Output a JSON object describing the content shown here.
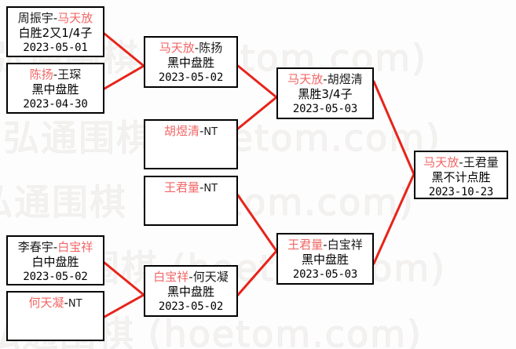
{
  "diagram": {
    "type": "tournament-bracket",
    "title": "",
    "watermark": "弘通围棋 (hoetom.com)",
    "colors": {
      "winner": "#f26666",
      "loser": "#1a1a1a",
      "connector": "#e8231a",
      "box_border": "#000000",
      "background": "#fdfdfd"
    }
  },
  "nodes": [
    {
      "id": "r1m1",
      "round": 1,
      "winner": "马天放",
      "loser": "周振宇",
      "order": "loser-first",
      "player_left": "周振宇",
      "player_right": "马天放",
      "result": "白胜2又1/4子",
      "date": "2023-05-01",
      "bye": false
    },
    {
      "id": "r1m2",
      "round": 1,
      "winner": "陈扬",
      "loser": "王琛",
      "order": "winner-first",
      "player_left": "陈扬",
      "player_right": "王琛",
      "result": "黑中盘胜",
      "date": "2023-04-30",
      "bye": false
    },
    {
      "id": "r1m3",
      "round": 1,
      "winner": "白宝祥",
      "loser": "李春宇",
      "order": "loser-first",
      "player_left": "李春宇",
      "player_right": "白宝祥",
      "result": "白中盘胜",
      "date": "2023-05-02",
      "bye": false
    },
    {
      "id": "r1m4",
      "round": 1,
      "winner": "何天凝",
      "loser": "NT",
      "order": "winner-first",
      "player_left": "何天凝",
      "player_right": "NT",
      "result": "",
      "date": "",
      "bye": true
    },
    {
      "id": "r2m1",
      "round": 2,
      "winner": "马天放",
      "loser": "陈扬",
      "order": "winner-first",
      "player_left": "马天放",
      "player_right": "陈扬",
      "result": "黑中盘胜",
      "date": "2023-05-02",
      "bye": false
    },
    {
      "id": "r2m2",
      "round": 2,
      "winner": "胡煜清",
      "loser": "NT",
      "order": "winner-first",
      "player_left": "胡煜清",
      "player_right": "NT",
      "result": "",
      "date": "",
      "bye": true
    },
    {
      "id": "r2m3",
      "round": 2,
      "winner": "王君量",
      "loser": "NT",
      "order": "winner-first",
      "player_left": "王君量",
      "player_right": "NT",
      "result": "",
      "date": "",
      "bye": true
    },
    {
      "id": "r2m4",
      "round": 2,
      "winner": "白宝祥",
      "loser": "何天凝",
      "order": "winner-first",
      "player_left": "白宝祥",
      "player_right": "何天凝",
      "result": "黑中盘胜",
      "date": "2023-05-02",
      "bye": false
    },
    {
      "id": "r3m1",
      "round": 3,
      "winner": "马天放",
      "loser": "胡煜清",
      "order": "winner-first",
      "player_left": "马天放",
      "player_right": "胡煜清",
      "result": "黑胜3/4子",
      "date": "2023-05-03",
      "bye": false
    },
    {
      "id": "r3m2",
      "round": 3,
      "winner": "王君量",
      "loser": "白宝祥",
      "order": "winner-first",
      "player_left": "王君量",
      "player_right": "白宝祥",
      "result": "黑中盘胜",
      "date": "2023-05-03",
      "bye": false
    },
    {
      "id": "r4m1",
      "round": 4,
      "winner": "马天放",
      "loser": "王君量",
      "order": "winner-first",
      "player_left": "马天放",
      "player_right": "王君量",
      "result": "黑不计点胜",
      "date": "2023-10-23",
      "bye": false
    }
  ],
  "separator": "-"
}
